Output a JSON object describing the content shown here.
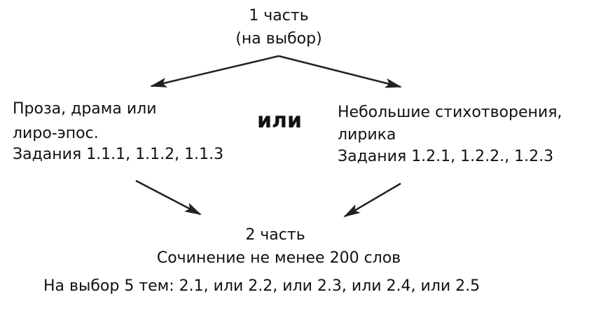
{
  "top": {
    "title": "1 часть",
    "subtitle": "(на выбор)"
  },
  "left": {
    "line1": "Проза, драма или",
    "line2": "лиро-эпос.",
    "line3": "Задания 1.1.1, 1.1.2, 1.1.3"
  },
  "middle": {
    "connector": "или"
  },
  "right": {
    "line1": "Небольшие стихотворения,",
    "line2": "лирика",
    "line3": "Задания 1.2.1, 1.2.2., 1.2.3"
  },
  "bottom": {
    "title": "2 часть",
    "line1": "Сочинение не менее 200 слов",
    "line2": "На выбор 5 тем: 2.1, или 2.2, или 2.3, или 2.4, или 2.5"
  },
  "colors": {
    "text": "#111111",
    "arrow": "#222222"
  }
}
